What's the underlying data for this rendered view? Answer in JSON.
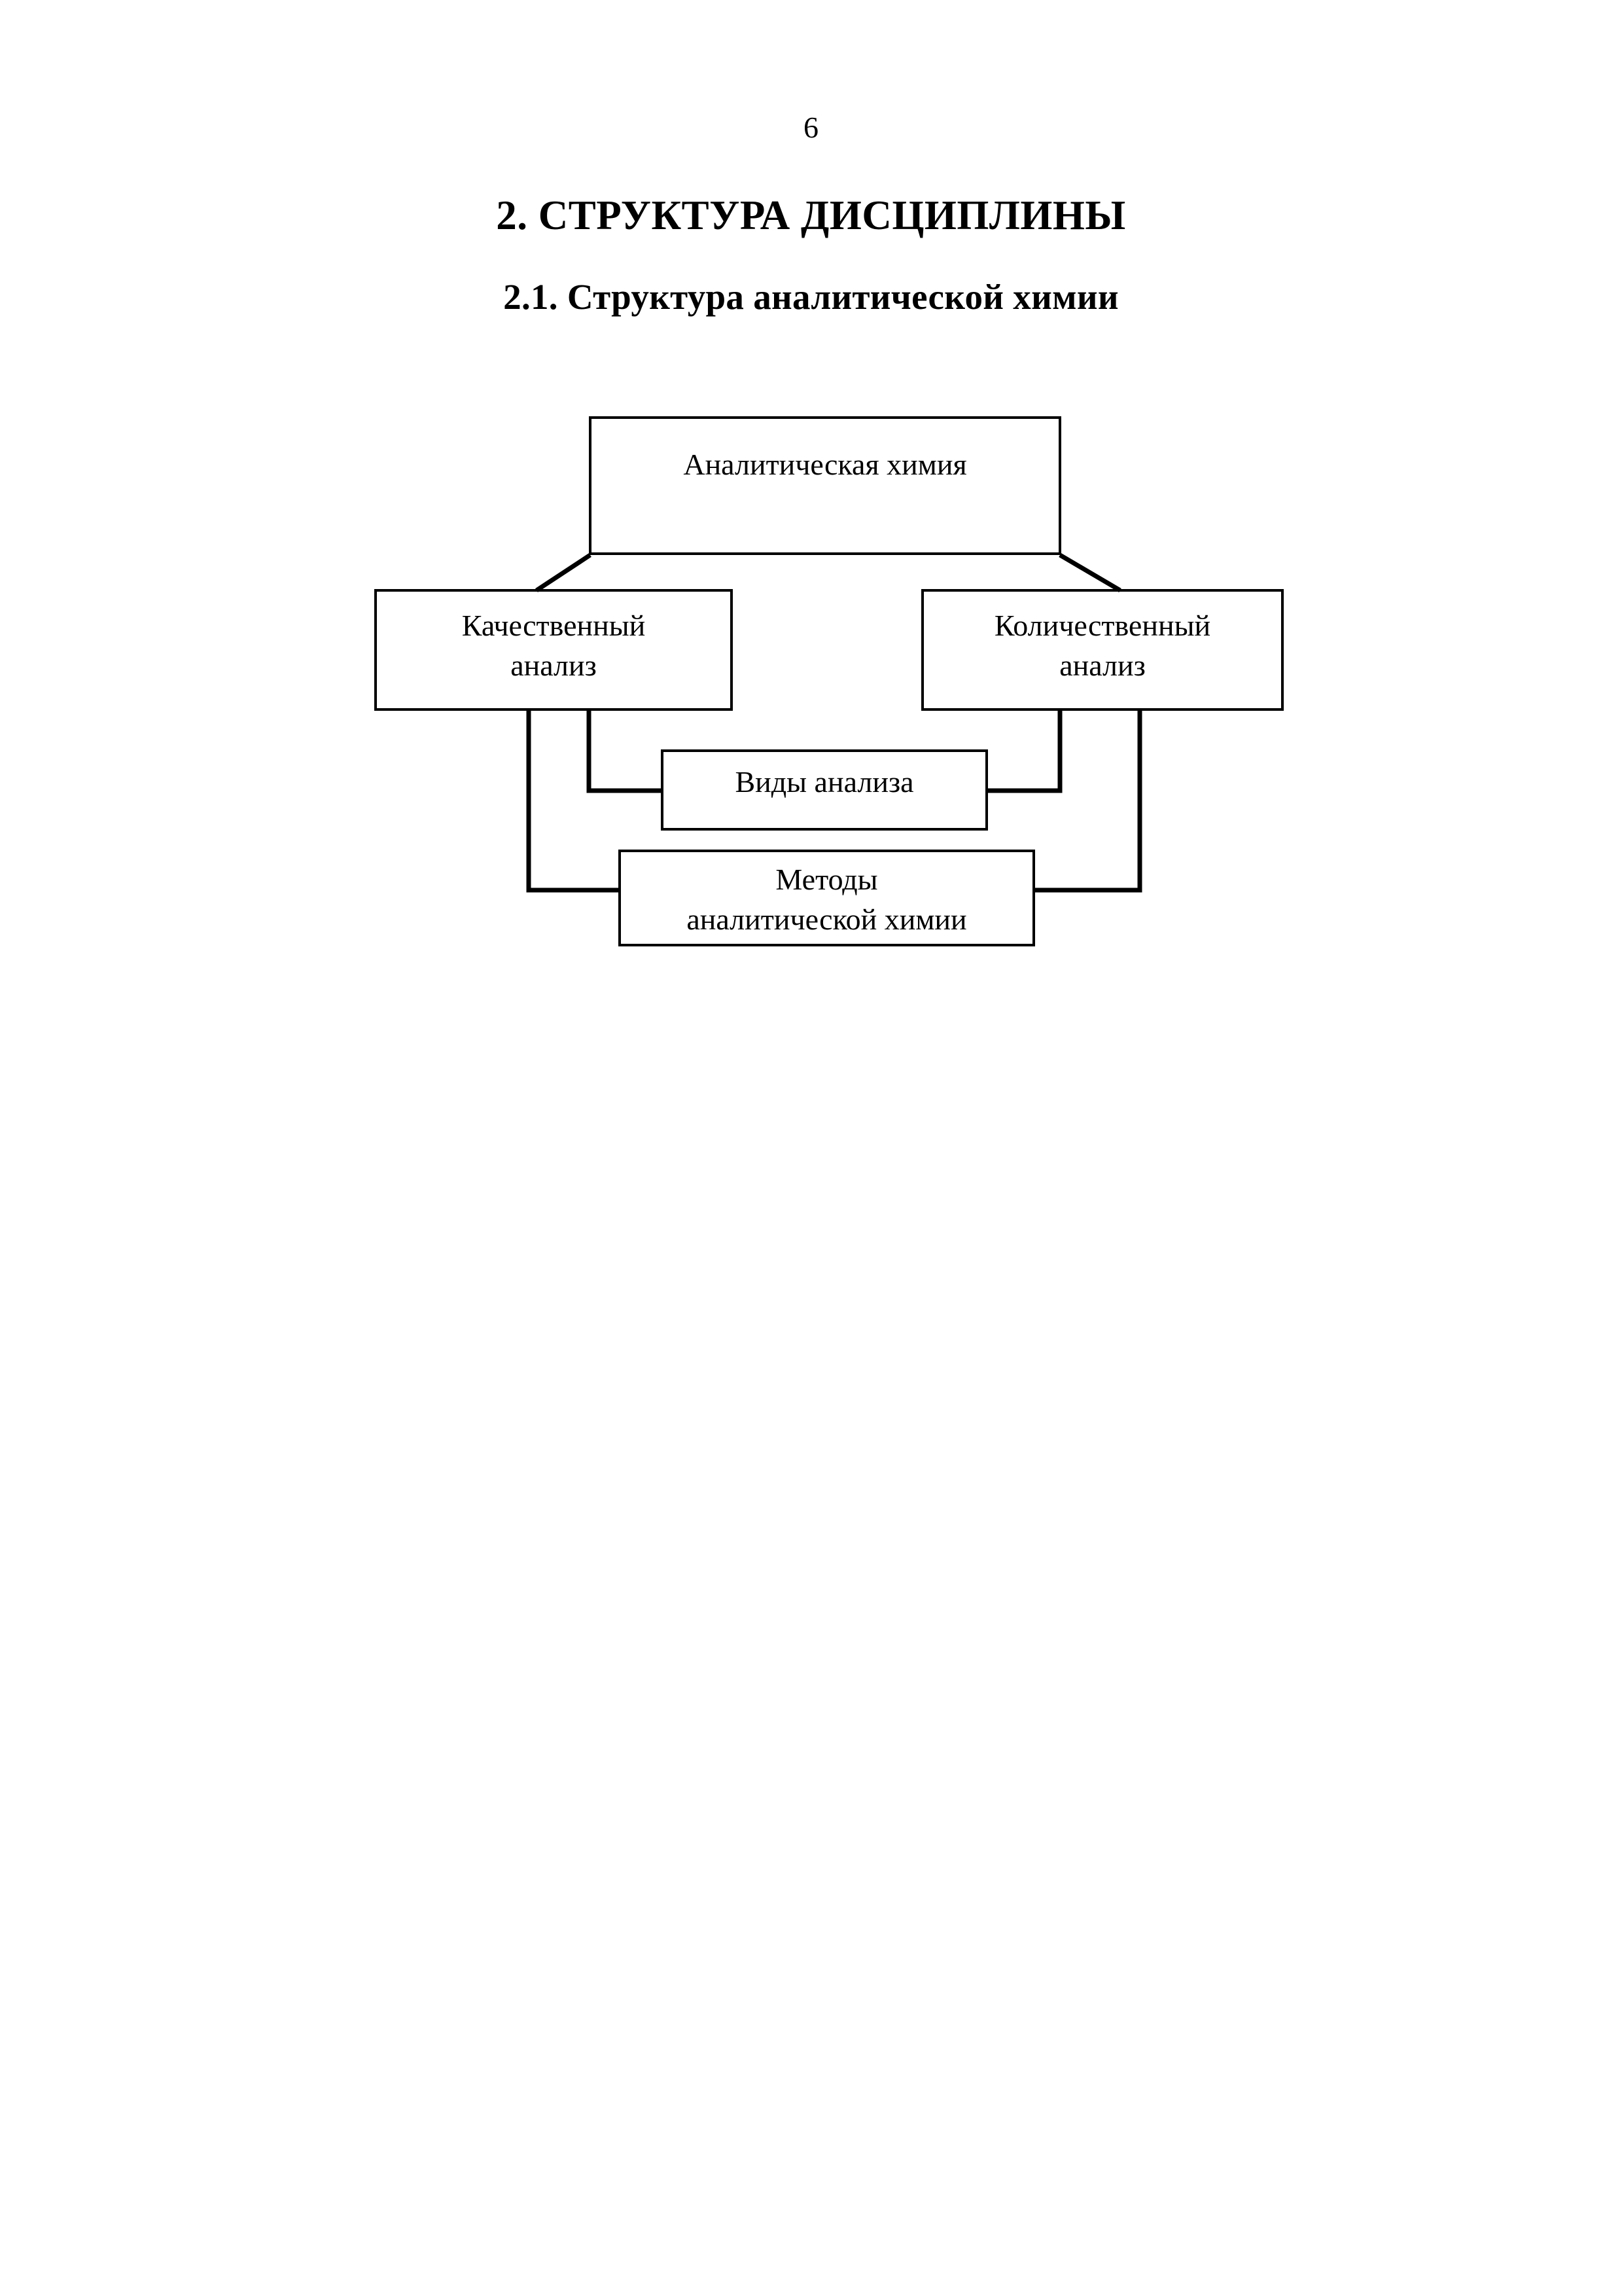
{
  "page": {
    "number": "6"
  },
  "headings": {
    "section": "2. СТРУКТУРА  ДИСЦИПЛИНЫ",
    "subsection": "2.1.  Структура аналитической химии"
  },
  "diagram": {
    "name": "structure-of-analytical-chemistry",
    "line_color": "#000000",
    "nodes": {
      "root": "Аналитическая химия",
      "qualitative": "Качественный\nанализ",
      "quantitative": "Количественный\nанализ",
      "kinds": "Виды анализа",
      "methods": "Методы\nаналитической химии"
    },
    "edges": [
      {
        "from": "root",
        "to": "qualitative",
        "style": "diagonal"
      },
      {
        "from": "root",
        "to": "quantitative",
        "style": "diagonal"
      },
      {
        "from": "qualitative",
        "to": "kinds",
        "style": "elbow"
      },
      {
        "from": "qualitative",
        "to": "methods",
        "style": "elbow"
      },
      {
        "from": "quantitative",
        "to": "kinds",
        "style": "elbow"
      },
      {
        "from": "quantitative",
        "to": "methods",
        "style": "elbow"
      }
    ]
  }
}
